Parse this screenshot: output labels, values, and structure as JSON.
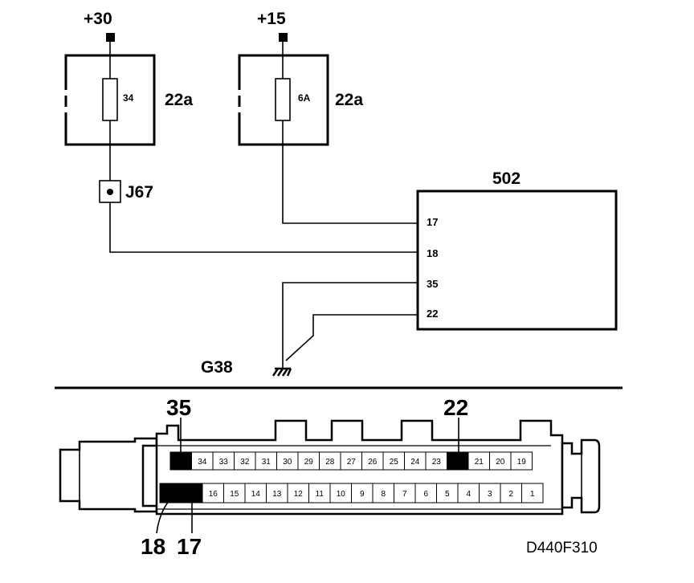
{
  "supplies": [
    {
      "label": "+30"
    },
    {
      "label": "+15"
    }
  ],
  "fuses": [
    {
      "rating": "34",
      "box_label": "22a"
    },
    {
      "rating": "6A",
      "box_label": "22a"
    }
  ],
  "junction": {
    "label": "J67"
  },
  "control_unit": {
    "label": "502",
    "pins": [
      "17",
      "18",
      "35",
      "22"
    ]
  },
  "ground": {
    "label": "G38"
  },
  "connector": {
    "top_row": [
      "35",
      "34",
      "33",
      "32",
      "31",
      "30",
      "29",
      "28",
      "27",
      "26",
      "25",
      "24",
      "23",
      "22",
      "21",
      "20",
      "19"
    ],
    "bottom_row": [
      "18",
      "17",
      "16",
      "15",
      "14",
      "13",
      "12",
      "11",
      "10",
      "9",
      "8",
      "7",
      "6",
      "5",
      "4",
      "3",
      "2",
      "1"
    ],
    "highlighted_pins": [
      "35",
      "22",
      "18",
      "17"
    ],
    "callouts": {
      "top_left": "35",
      "top_right": "22",
      "bottom_left": "18",
      "bottom_right": "17"
    }
  },
  "figure_ref": "D440F310"
}
